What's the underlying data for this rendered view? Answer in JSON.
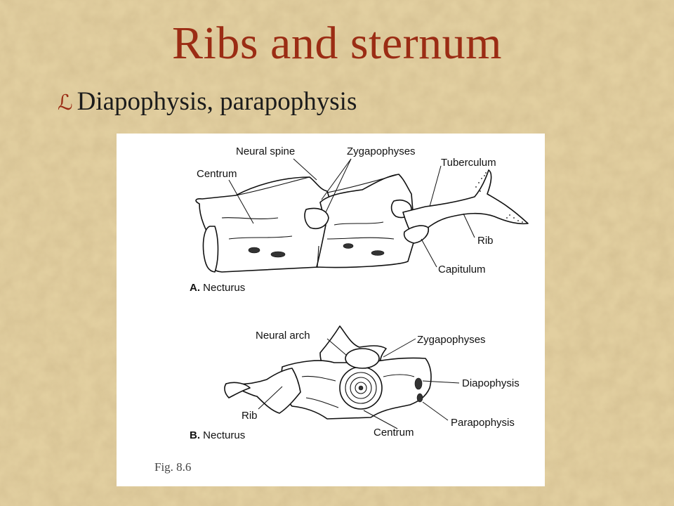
{
  "slide": {
    "title": "Ribs and sternum",
    "bullet_icon": "swirl-bullet-icon",
    "bullet_text": "Diapophysis, parapophysis",
    "colors": {
      "background": "#e2cfa0",
      "title": "#9b2c14",
      "text": "#1c1c1c",
      "figure_bg": "#ffffff"
    }
  },
  "figure": {
    "panel_a": {
      "letter": "A.",
      "name": "Necturus",
      "labels": {
        "neural_spine": "Neural spine",
        "zygapophyses": "Zygapophyses",
        "tuberculum": "Tuberculum",
        "centrum": "Centrum",
        "rib": "Rib",
        "capitulum": "Capitulum"
      }
    },
    "panel_b": {
      "letter": "B.",
      "name": "Necturus",
      "labels": {
        "neural_arch": "Neural arch",
        "zygapophyses": "Zygapophyses",
        "diapophysis": "Diapophysis",
        "parapophysis": "Parapophysis",
        "rib": "Rib",
        "centrum": "Centrum"
      }
    },
    "caption": "Fig. 8.6"
  }
}
